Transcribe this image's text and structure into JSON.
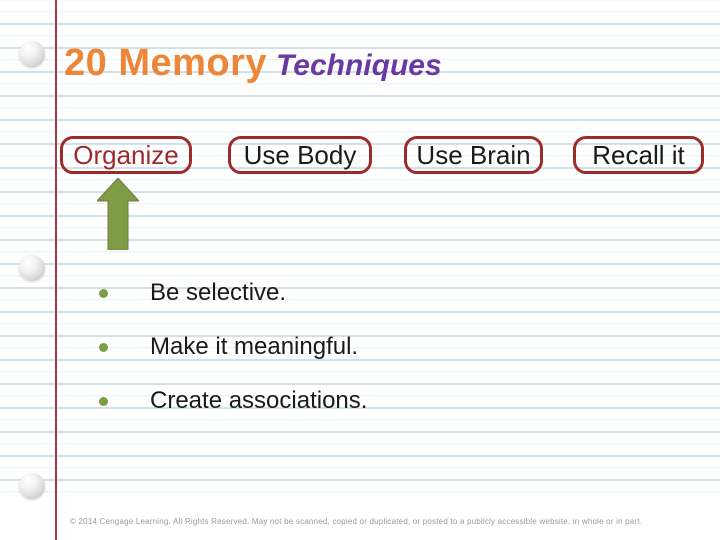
{
  "slide": {
    "title": {
      "main": "20 Memory",
      "sub": "Techniques"
    },
    "tabs": [
      {
        "label": "Organize",
        "active": true
      },
      {
        "label": "Use Body",
        "active": false
      },
      {
        "label": "Use Brain",
        "active": false
      },
      {
        "label": "Recall it",
        "active": false
      }
    ],
    "arrow": {
      "direction": "up",
      "points_to": "Organize"
    },
    "bullets": [
      "Be selective.",
      "Make it meaningful.",
      "Create associations."
    ],
    "footer": "© 2014 Cengage Learning. All Rights Reserved. May not be scanned, copied or duplicated, or posted to a publicly accessible website, in whole or in part.",
    "colors": {
      "title_main": "#ee8637",
      "title_sub": "#6a3aa2",
      "tab_border": "#9e2b2b",
      "tab_active_text": "#9e2b2b",
      "tab_text": "#1a1a1a",
      "arrow_green": "#7d9c43",
      "bullet_dot": "#7d9c43",
      "margin_line": "#a03c46",
      "rule_line": "#d2e1e9",
      "footer_text": "#9a9a9a"
    }
  }
}
